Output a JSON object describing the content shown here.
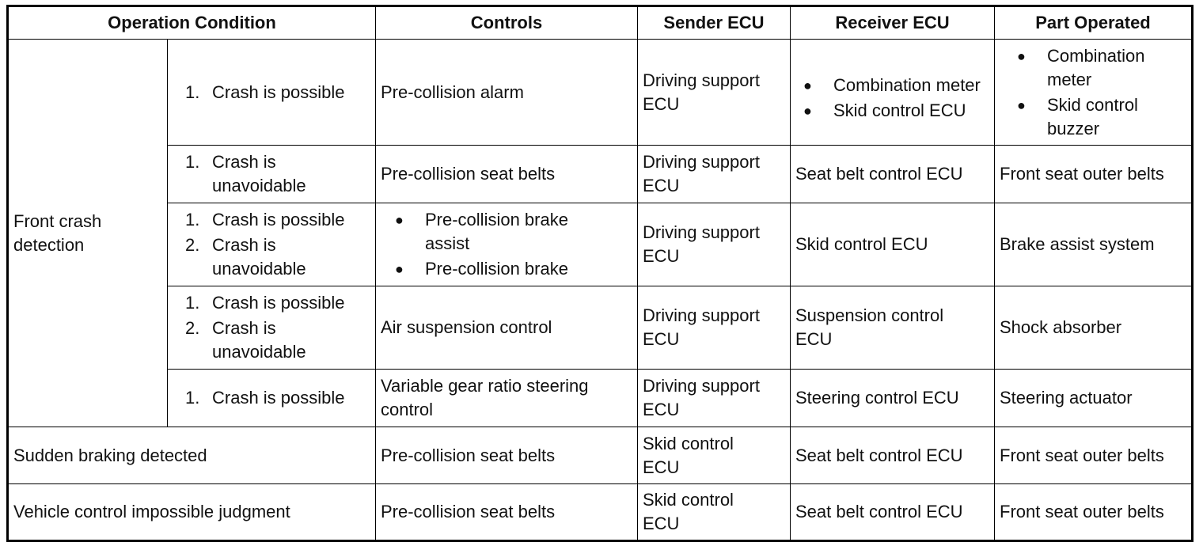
{
  "headers": {
    "operation_condition": "Operation Condition",
    "controls": "Controls",
    "sender_ecu": "Sender ECU",
    "receiver_ecu": "Receiver ECU",
    "part_operated": "Part Operated"
  },
  "front_crash": {
    "label": "Front crash detection",
    "rows": [
      {
        "conditions": [
          {
            "num": "1.",
            "text": "Crash is possible"
          }
        ],
        "control": "Pre-collision alarm",
        "sender": "Driving support ECU",
        "receiver_items": [
          "Combination meter",
          "Skid control ECU"
        ],
        "part_items": [
          "Combination meter",
          "Skid control buzzer"
        ]
      },
      {
        "conditions": [
          {
            "num": "1.",
            "text": "Crash is unavoidable"
          }
        ],
        "control": "Pre-collision seat belts",
        "sender": "Driving support ECU",
        "receiver": "Seat belt control ECU",
        "part": "Front seat outer belts"
      },
      {
        "conditions": [
          {
            "num": "1.",
            "text": "Crash is possible"
          },
          {
            "num": "2.",
            "text": "Crash is unavoidable"
          }
        ],
        "control_items": [
          "Pre-collision brake assist",
          "Pre-collision brake"
        ],
        "sender": "Driving support ECU",
        "receiver": "Skid control ECU",
        "part": "Brake assist system"
      },
      {
        "conditions": [
          {
            "num": "1.",
            "text": "Crash is possible"
          },
          {
            "num": "2.",
            "text": "Crash is unavoidable"
          }
        ],
        "control": "Air suspension control",
        "sender": "Driving support ECU",
        "receiver": "Suspension control ECU",
        "part": "Shock absorber"
      },
      {
        "conditions": [
          {
            "num": "1.",
            "text": "Crash is possible"
          }
        ],
        "control": "Variable gear ratio steering control",
        "sender": "Driving support ECU",
        "receiver": "Steering control ECU",
        "part": "Steering actuator"
      }
    ]
  },
  "other_rows": [
    {
      "condition": "Sudden braking detected",
      "control": "Pre-collision seat belts",
      "sender": "Skid control ECU",
      "receiver": "Seat belt control ECU",
      "part": "Front seat outer belts"
    },
    {
      "condition": "Vehicle control impossible judgment",
      "control": "Pre-collision seat belts",
      "sender": "Skid control ECU",
      "receiver": "Seat belt control ECU",
      "part": "Front seat outer belts"
    }
  ]
}
